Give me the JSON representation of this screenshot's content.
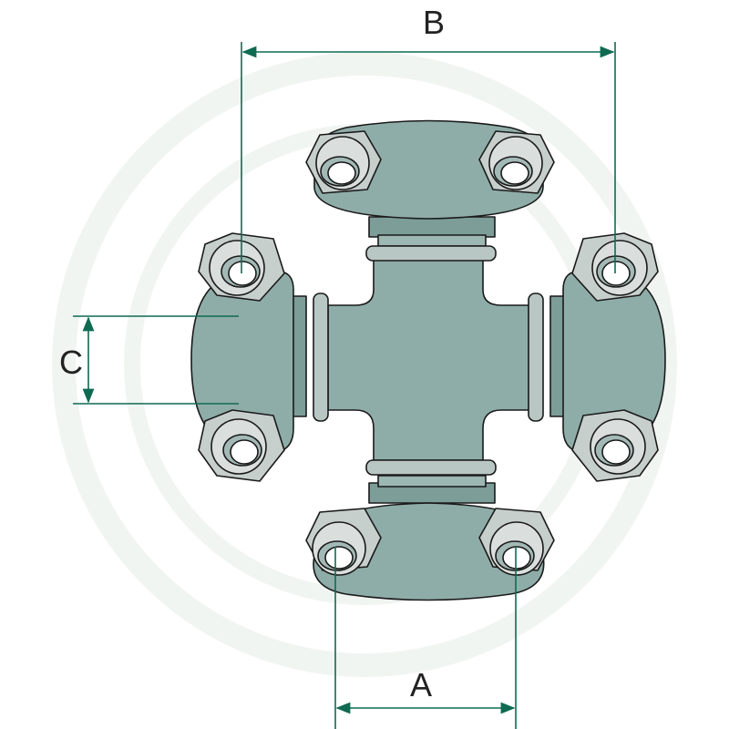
{
  "dimensions": {
    "a": {
      "label": "A"
    },
    "b": {
      "label": "B"
    },
    "c": {
      "label": "C"
    }
  },
  "colors": {
    "body": "#8fada8",
    "body_dark": "#7c9d98",
    "bolt_flat": "#c7cfcd",
    "bolt_face": "#dadfdd",
    "outline": "#1a1a1a",
    "dimension_line": "#0f6a52",
    "watermark": "#f2f6f3"
  },
  "icons": {
    "part": "universal-joint-cross-icon",
    "watermark": "brand-watermark-icon"
  }
}
